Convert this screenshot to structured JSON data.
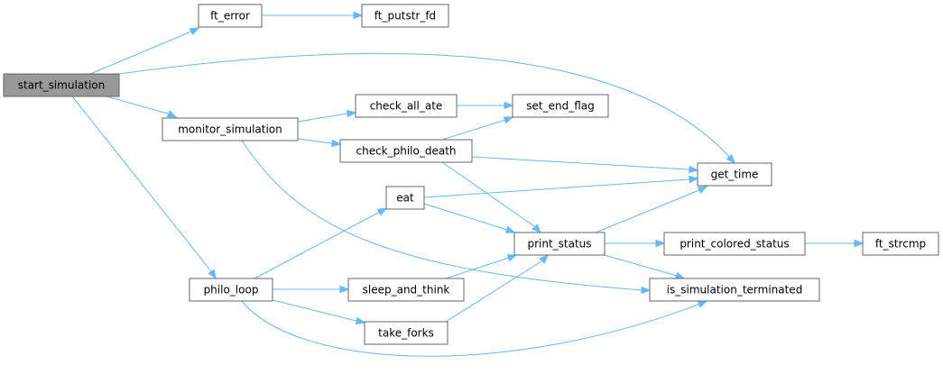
{
  "colors": {
    "edge": "#63b8ff",
    "node_border": "#666666",
    "node_fill": "#ffffff",
    "root_fill": "#999999"
  },
  "nodes": {
    "start_simulation": "start_simulation",
    "ft_error": "ft_error",
    "ft_putstr_fd": "ft_putstr_fd",
    "monitor_simulation": "monitor_simulation",
    "check_all_ate": "check_all_ate",
    "set_end_flag": "set_end_flag",
    "check_philo_death": "check_philo_death",
    "get_time": "get_time",
    "eat": "eat",
    "print_status": "print_status",
    "print_colored_status": "print_colored_status",
    "ft_strcmp": "ft_strcmp",
    "philo_loop": "philo_loop",
    "sleep_and_think": "sleep_and_think",
    "is_simulation_terminated": "is_simulation_terminated",
    "take_forks": "take_forks"
  },
  "edges": [
    [
      "start_simulation",
      "ft_error"
    ],
    [
      "ft_error",
      "ft_putstr_fd"
    ],
    [
      "start_simulation",
      "get_time"
    ],
    [
      "start_simulation",
      "monitor_simulation"
    ],
    [
      "start_simulation",
      "philo_loop"
    ],
    [
      "monitor_simulation",
      "check_all_ate"
    ],
    [
      "monitor_simulation",
      "check_philo_death"
    ],
    [
      "monitor_simulation",
      "is_simulation_terminated"
    ],
    [
      "check_all_ate",
      "set_end_flag"
    ],
    [
      "check_philo_death",
      "set_end_flag"
    ],
    [
      "check_philo_death",
      "get_time"
    ],
    [
      "check_philo_death",
      "print_status"
    ],
    [
      "eat",
      "get_time"
    ],
    [
      "eat",
      "print_status"
    ],
    [
      "print_status",
      "get_time"
    ],
    [
      "print_status",
      "print_colored_status"
    ],
    [
      "print_status",
      "is_simulation_terminated"
    ],
    [
      "print_colored_status",
      "ft_strcmp"
    ],
    [
      "philo_loop",
      "eat"
    ],
    [
      "philo_loop",
      "sleep_and_think"
    ],
    [
      "philo_loop",
      "take_forks"
    ],
    [
      "philo_loop",
      "is_simulation_terminated"
    ],
    [
      "sleep_and_think",
      "print_status"
    ],
    [
      "take_forks",
      "print_status"
    ]
  ]
}
